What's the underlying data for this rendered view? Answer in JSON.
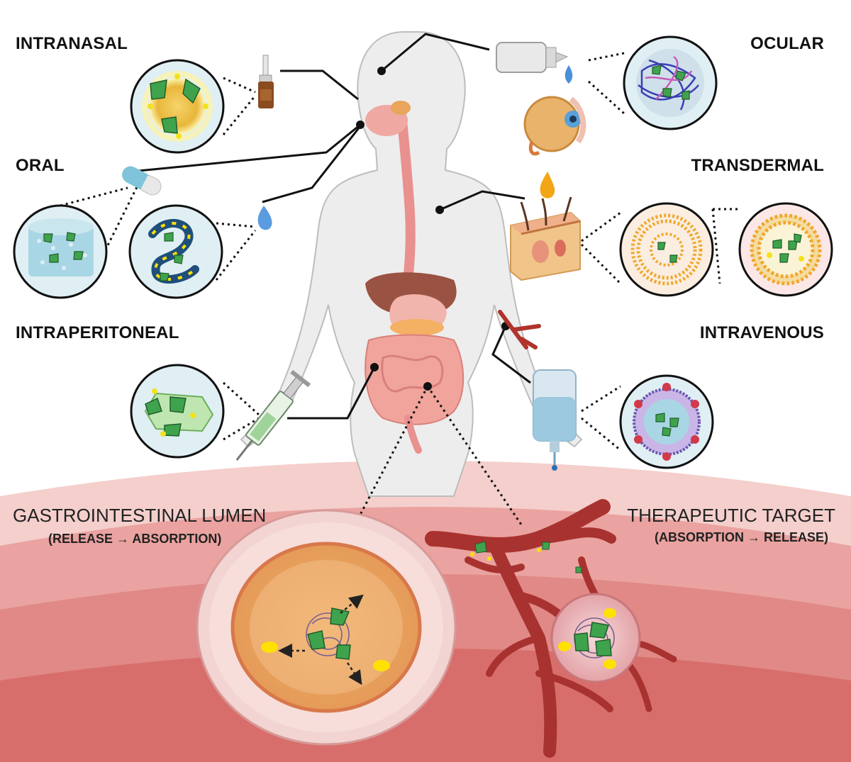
{
  "routes": {
    "intranasal": "INTRANASAL",
    "oral": "ORAL",
    "intraperitoneal": "INTRAPERITONEAL",
    "ocular": "OCULAR",
    "transdermal": "TRANSDERMAL",
    "intravenous": "INTRAVENOUS"
  },
  "lumen": {
    "title": "GASTROINTESTINAL LUMEN",
    "subtitle": "(RELEASE → ABSORPTION)"
  },
  "target": {
    "title": "THERAPEUTIC TARGET",
    "subtitle": "(ABSORPTION → RELEASE)"
  },
  "colors": {
    "body": "#eeeeee",
    "body_outline": "#b9b9b9",
    "tissue_outer": "#f3c9c6",
    "tissue_mid": "#e89491",
    "tissue_inner": "#d9605e",
    "vessel": "#a8322f",
    "drug_green": "#3fa34d",
    "nanoparticle_yellow": "#f2e21a",
    "circle_bg": "#dfeff4"
  }
}
